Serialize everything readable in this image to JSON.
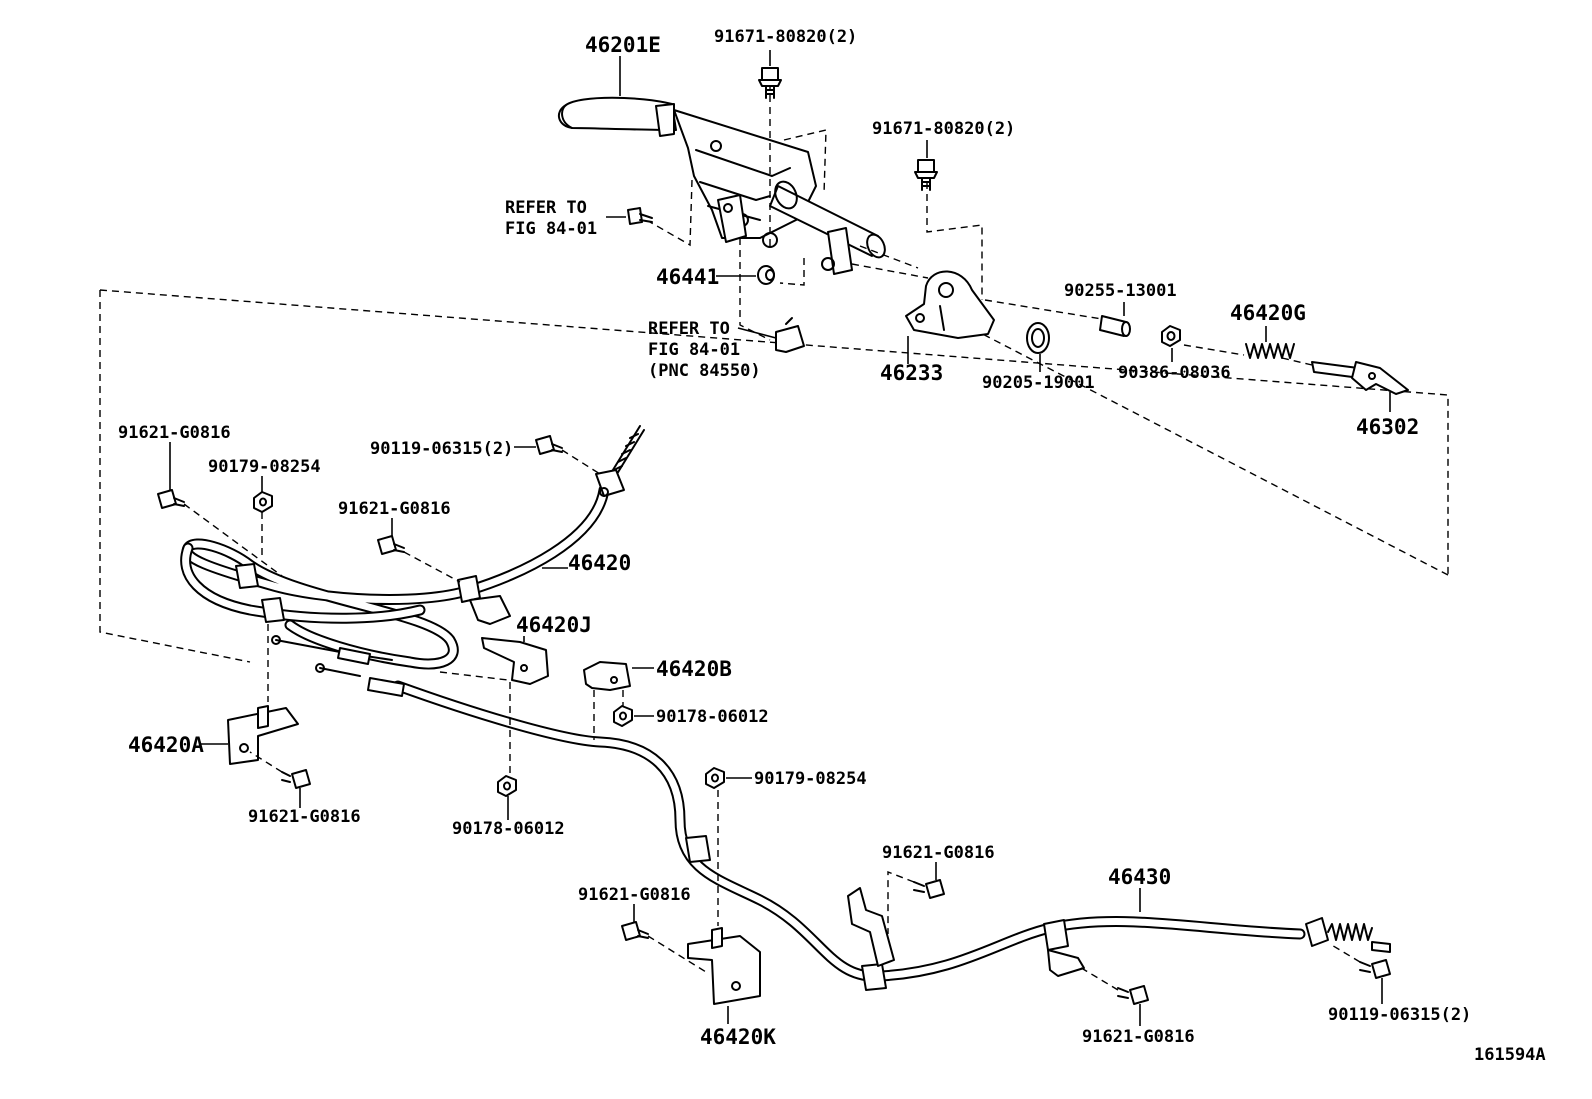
{
  "figure_id": "161594A",
  "labels": {
    "p46201E": "46201E",
    "b91671a": "91671-80820(2)",
    "b91671b": "91671-80820(2)",
    "refer1_l1": "REFER TO",
    "refer1_l2": "FIG 84-01",
    "p46441": "46441",
    "refer2_l1": "REFER TO",
    "refer2_l2": "FIG 84-01",
    "refer2_l3": "(PNC 84550)",
    "p46233": "46233",
    "p90255": "90255-13001",
    "p90205": "90205-19001",
    "p90386": "90386-08036",
    "p46420G": "46420G",
    "p46302": "46302",
    "b91621a": "91621-G0816",
    "n90179a": "90179-08254",
    "b90119a": "90119-06315(2)",
    "b91621b": "91621-G0816",
    "p46420": "46420",
    "p46420J": "46420J",
    "p46420B": "46420B",
    "n90178a": "90178-06012",
    "p46420A": "46420A",
    "b91621c": "91621-G0816",
    "n90178b": "90178-06012",
    "n90179b": "90179-08254",
    "b91621d": "91621-G0816",
    "p46430": "46430",
    "b91621e": "91621-G0816",
    "p46420K": "46420K",
    "b91621f": "91621-G0816",
    "b90119b": "90119-06315(2)"
  }
}
